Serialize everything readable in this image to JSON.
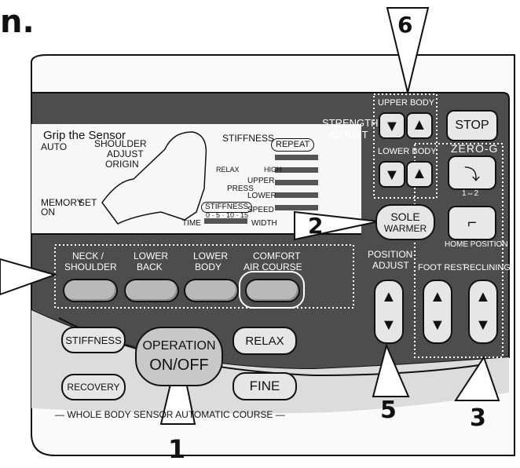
{
  "top_letter": "n.",
  "callouts": {
    "c1": "1",
    "c2": "2",
    "c3": "3",
    "c5": "5",
    "c6": "6"
  },
  "display": {
    "grip": "Grip the Sensor",
    "auto": "AUTO",
    "shoulder": "SHOULDER",
    "adjust": "ADJUST",
    "origin": "ORIGIN",
    "memory": "MEMORY",
    "on": "ON",
    "set": "SET",
    "stiffness": "STIFFNESS",
    "repeat": "REPEAT",
    "relax": "RELAX",
    "high": "HIGH",
    "upper": "UPPER",
    "press": "PRESS",
    "lower": "LOWER",
    "stiffness_badge": "STIFFNESS",
    "speed": "SPEED",
    "time_scale": "0 · 5 · 10 · 15",
    "time": "TIME",
    "width": "WIDTH"
  },
  "strength": {
    "label_line1": "STRENGTH",
    "label_line2": "ADJUST",
    "upper_body": "UPPER BODY",
    "lower_body": "LOWER BODY"
  },
  "stop": "STOP",
  "zero_g": {
    "title": "ZERO-G",
    "mode": "1⇔2"
  },
  "home_position": "HOME POSITION",
  "sole_warmer": {
    "line1": "SOLE",
    "line2": "WARMER"
  },
  "area_buttons": [
    {
      "line1": "NECK /",
      "line2": "SHOULDER"
    },
    {
      "line1": "LOWER",
      "line2": "BACK"
    },
    {
      "line1": "LOWER",
      "line2": "BODY"
    },
    {
      "line1": "COMFORT",
      "line2": "AIR COURSE"
    }
  ],
  "position_adjust": {
    "line1": "POSITION",
    "line2": "ADJUST"
  },
  "foot_rest": "FOOT REST",
  "reclining": "RECLINING",
  "courses": {
    "stiffness": "STIFFNESS",
    "operation_line1": "OPERATION",
    "operation_line2": "ON/OFF",
    "relax": "RELAX",
    "recovery": "RECOVERY",
    "fine": "FINE",
    "whole_body": "— WHOLE BODY SENSOR AUTOMATIC COURSE —"
  }
}
